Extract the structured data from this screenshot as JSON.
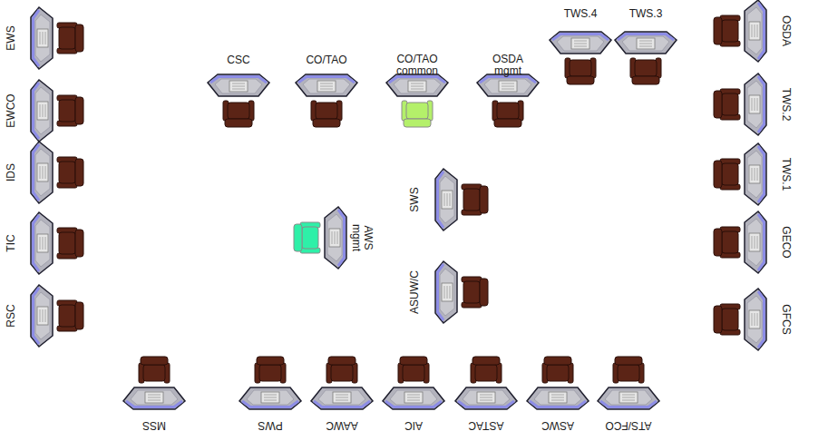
{
  "diagram": {
    "nodes": [
      {
        "text": [
          "EWS"
        ]
      },
      {
        "text": [
          "TWS.4"
        ]
      },
      {
        "text": [
          "TWS.3"
        ]
      },
      {
        "text": [
          "OSDA"
        ]
      },
      {
        "text": [
          "CSC"
        ]
      },
      {
        "text": [
          "CO/TAO"
        ]
      },
      {
        "text": [
          "CO/TAO common"
        ]
      },
      {
        "text": [
          "OSDA mgmt"
        ]
      },
      {
        "text": [
          "EWCO"
        ]
      },
      {
        "text": [
          "TWS.2"
        ]
      },
      {
        "text": [
          "IDS"
        ]
      },
      {
        "text": [
          "TWS.1"
        ]
      },
      {
        "text": [
          "SWS"
        ]
      },
      {
        "text": [
          "AWS mgmt"
        ]
      },
      {
        "text": [
          "TIC"
        ]
      },
      {
        "text": [
          "GECO"
        ]
      },
      {
        "text": [
          "ASUW/C"
        ]
      },
      {
        "text": [
          "RSC"
        ]
      },
      {
        "text": [
          "GFCS"
        ]
      },
      {
        "text": [
          "MSS"
        ]
      },
      {
        "text": [
          "PWS"
        ]
      },
      {
        "text": [
          "AAWC"
        ]
      },
      {
        "text": [
          "AIC"
        ]
      },
      {
        "text": [
          "ASTAC"
        ]
      },
      {
        "text": [
          "ASWC"
        ]
      },
      {
        "text": [
          "ATS/FCO"
        ]
      }
    ]
  }
}
